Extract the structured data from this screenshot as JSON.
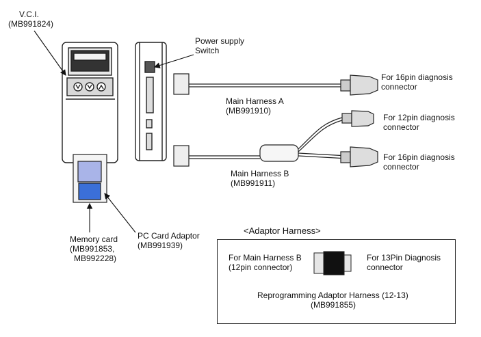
{
  "labels": {
    "vci": {
      "line1": "V.C.I.",
      "line2": "(MB991824)"
    },
    "power_switch": {
      "line1": "Power supply",
      "line2": "Switch"
    },
    "harness_a": {
      "line1": "Main Harness A",
      "line2": "(MB991910)"
    },
    "harness_b": {
      "line1": "Main Harness B",
      "line2": "(MB991911)"
    },
    "conn_16_top": {
      "line1": "For 16pin diagnosis",
      "line2": "connector"
    },
    "conn_12": {
      "line1": "For 12pin diagnosis",
      "line2": "connector"
    },
    "conn_16_bottom": {
      "line1": "For 16pin diagnosis",
      "line2": "connector"
    },
    "memory_card": {
      "line1": "Memory card",
      "line2": "(MB991853,",
      "line3": "MB992228)"
    },
    "pc_card_adaptor": {
      "line1": "PC Card Adaptor",
      "line2": "(MB991939)"
    }
  },
  "adaptor_box": {
    "title": "<Adaptor Harness>",
    "left_label": {
      "line1": "For Main Harness B",
      "line2": "(12pin connector)"
    },
    "right_label": {
      "line1": "For 13Pin Diagnosis",
      "line2": "connector"
    },
    "caption": {
      "line1": "Reprogramming Adaptor Harness (12-13)",
      "line2": "(MB991855)"
    }
  },
  "colors": {
    "stroke": "#222222",
    "card_blue": "#3b6fd8",
    "card_light": "#a9b4e8",
    "adaptor_black": "#111111"
  }
}
